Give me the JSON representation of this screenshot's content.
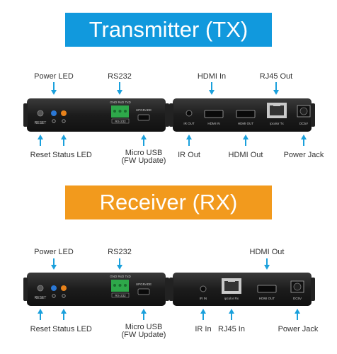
{
  "tx": {
    "title": "Transmitter (TX)",
    "labels": {
      "power_led": "Power LED",
      "rs232": "RS232",
      "hdmi_in": "HDMI In",
      "rj45_out": "RJ45 Out",
      "reset": "Reset",
      "status_led": "Status LED",
      "micro_usb_line1": "Micro USB",
      "micro_usb_line2": "(FW Update)",
      "ir_out": "IR Out",
      "hdmi_out": "HDMI Out",
      "power_jack": "Power Jack"
    },
    "device_text": {
      "reset": "RESET",
      "terminal_pins": "GND RxD TxD",
      "rs232": "RS-232",
      "upgrade": "UPGRADE",
      "ir_out": "IR OUT",
      "hdmi_in": "HDMI IN",
      "hdmi_out": "HDMI OUT",
      "rj45": "ipcolor Tx",
      "dc5v": "DC5V"
    }
  },
  "rx": {
    "title": "Receiver (RX)",
    "labels": {
      "power_led": "Power LED",
      "rs232": "RS232",
      "hdmi_out": "HDMI Out",
      "reset": "Reset",
      "status_led": "Status LED",
      "micro_usb_line1": "Micro USB",
      "micro_usb_line2": "(FW Update)",
      "ir_in": "IR In",
      "rj45_in": "RJ45 In",
      "power_jack": "Power Jack"
    },
    "device_text": {
      "reset": "RESET",
      "terminal_pins": "GND RxD TxD",
      "rs232": "RS-232",
      "upgrade": "UPGRADE",
      "ir_in": "IR IN",
      "rj45": "ipcolor Rx",
      "hdmi_out": "HDMI OUT",
      "dc5v": "DC5V"
    }
  },
  "colors": {
    "tx_banner": "#1199dd",
    "rx_banner": "#f29a1d",
    "arrow": "#1aa0dc",
    "device": "#1e1e1e",
    "terminal": "#2ea84a",
    "led_blue": "#2a78d6",
    "led_orange": "#e8821a"
  }
}
